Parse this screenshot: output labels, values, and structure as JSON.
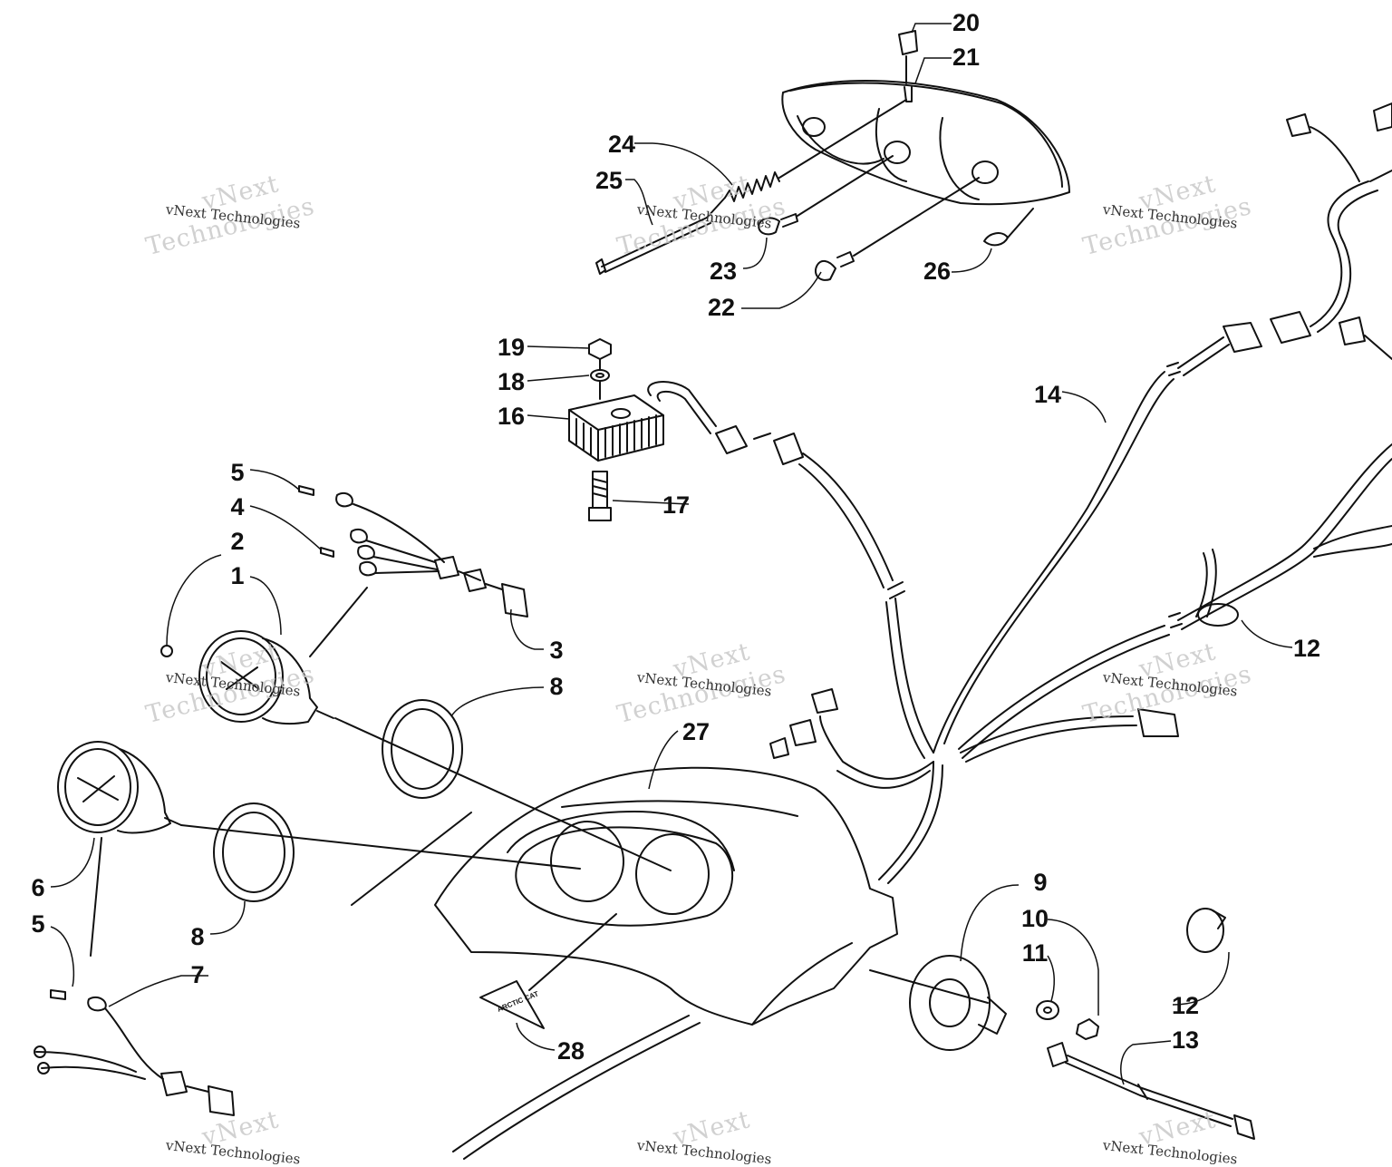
{
  "callouts": [
    {
      "id": "20",
      "text": "20"
    },
    {
      "id": "21",
      "text": "21"
    },
    {
      "id": "24",
      "text": "24"
    },
    {
      "id": "25",
      "text": "25"
    },
    {
      "id": "23",
      "text": "23"
    },
    {
      "id": "26",
      "text": "26"
    },
    {
      "id": "22",
      "text": "22"
    },
    {
      "id": "19",
      "text": "19"
    },
    {
      "id": "18",
      "text": "18"
    },
    {
      "id": "16",
      "text": "16"
    },
    {
      "id": "17",
      "text": "17"
    },
    {
      "id": "14",
      "text": "14"
    },
    {
      "id": "5a",
      "text": "5"
    },
    {
      "id": "4",
      "text": "4"
    },
    {
      "id": "2",
      "text": "2"
    },
    {
      "id": "1",
      "text": "1"
    },
    {
      "id": "3",
      "text": "3"
    },
    {
      "id": "8a",
      "text": "8"
    },
    {
      "id": "27",
      "text": "27"
    },
    {
      "id": "12a",
      "text": "12"
    },
    {
      "id": "6",
      "text": "6"
    },
    {
      "id": "5b",
      "text": "5"
    },
    {
      "id": "8b",
      "text": "8"
    },
    {
      "id": "7",
      "text": "7"
    },
    {
      "id": "9",
      "text": "9"
    },
    {
      "id": "10",
      "text": "10"
    },
    {
      "id": "11",
      "text": "11"
    },
    {
      "id": "12b",
      "text": "12"
    },
    {
      "id": "13",
      "text": "13"
    },
    {
      "id": "28",
      "text": "28"
    }
  ],
  "watermark": {
    "line1": "vNext",
    "line2": "Technologies",
    "small": "vNext Technologies"
  },
  "decal": {
    "brand": "ARCTIC CAT"
  },
  "colors": {
    "ink": "#111111",
    "watermark": "#c9c9c9",
    "background": "#ffffff"
  }
}
